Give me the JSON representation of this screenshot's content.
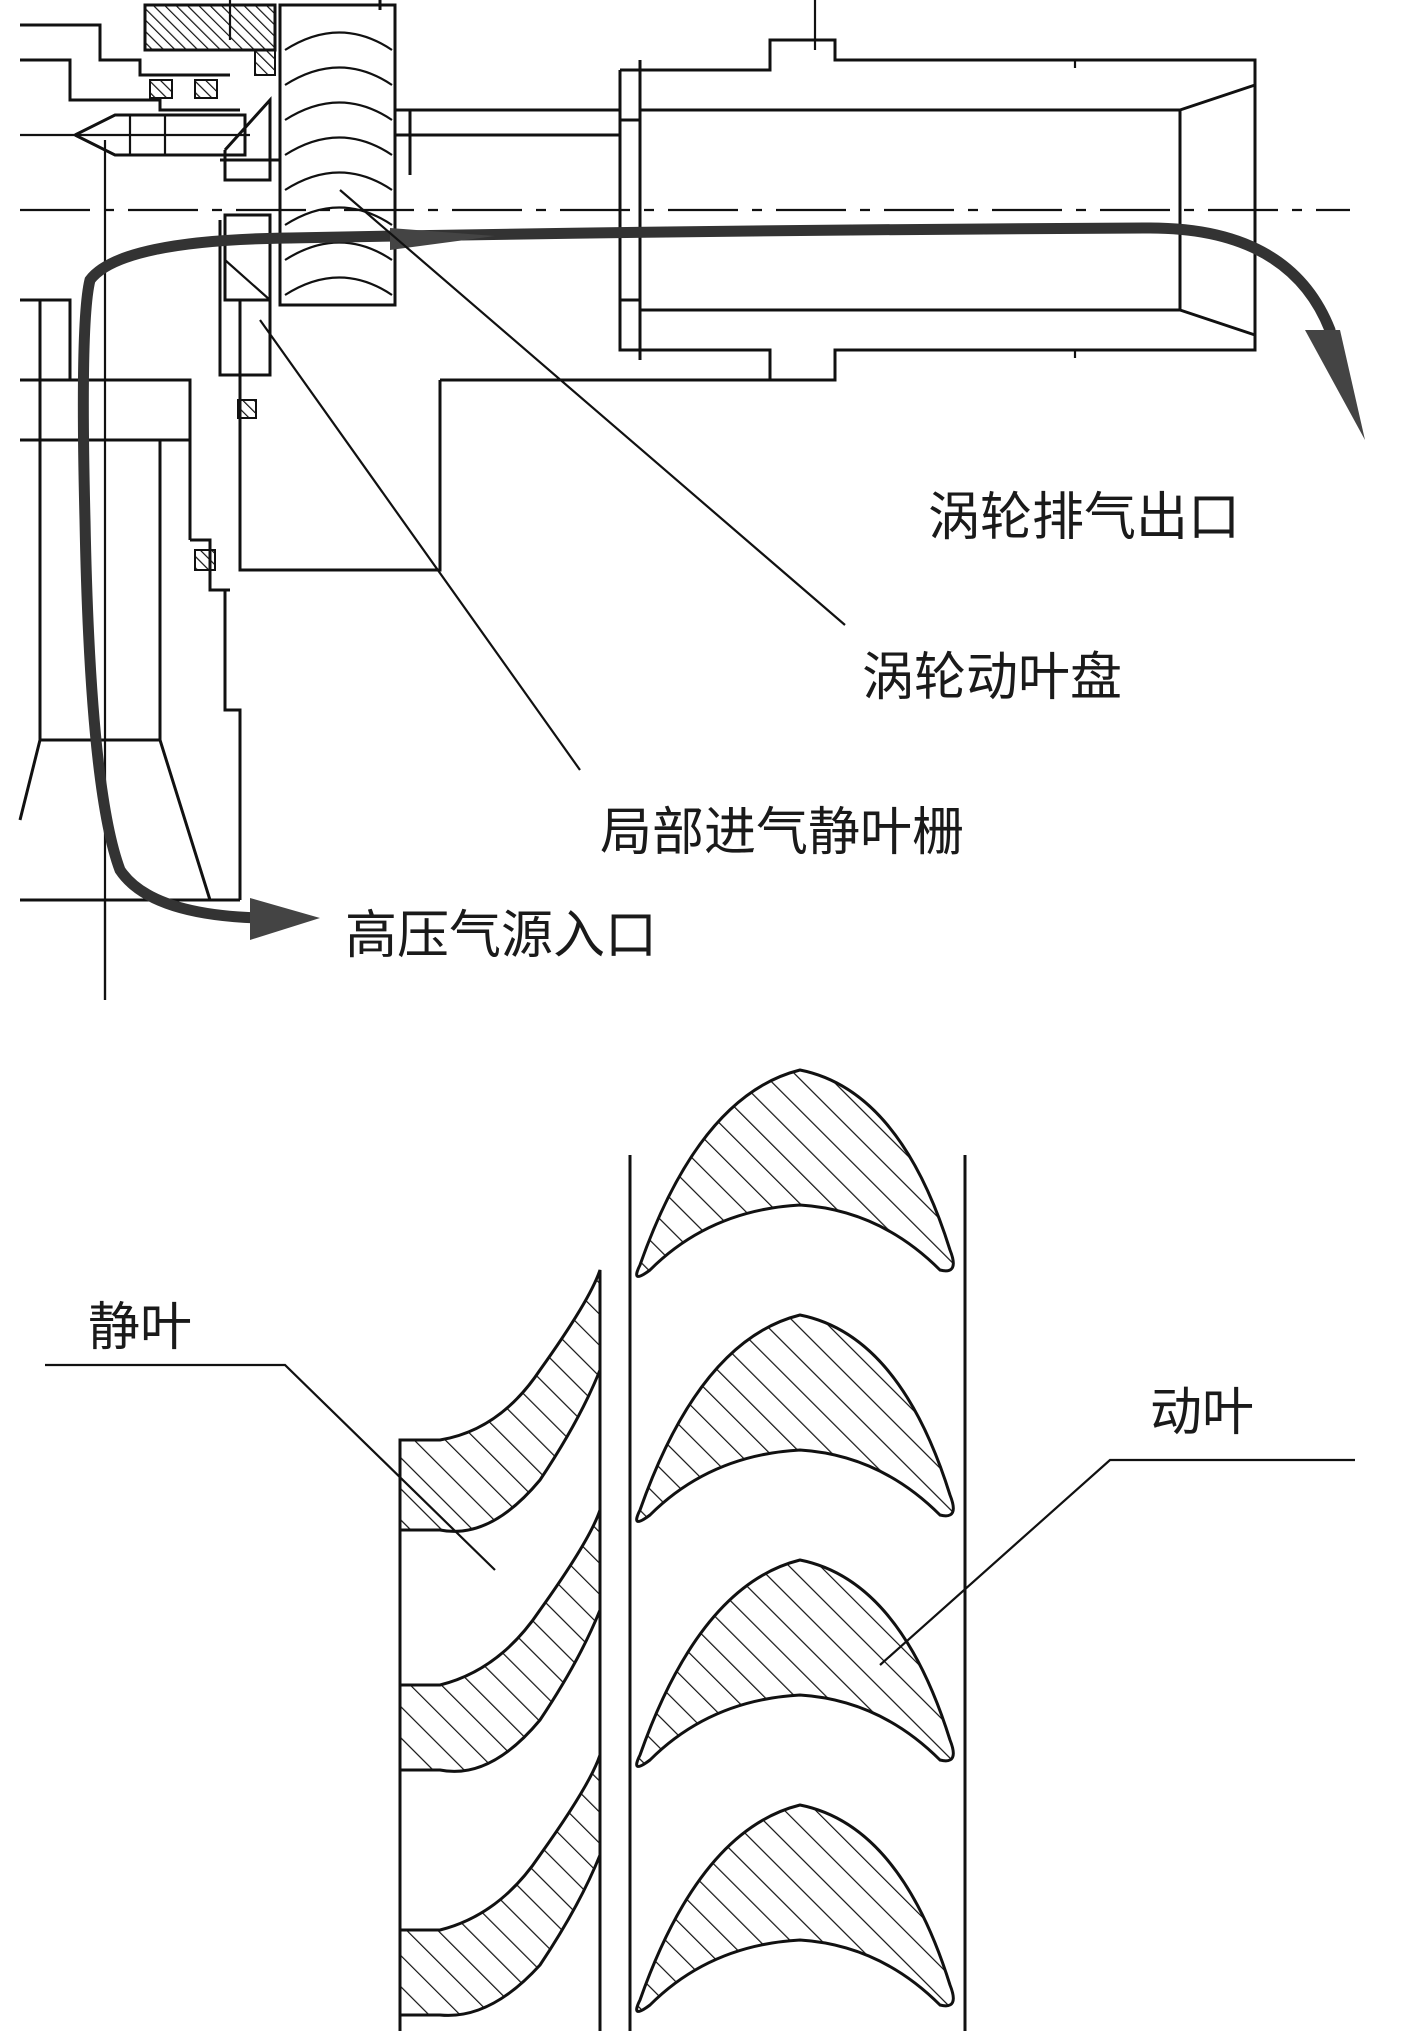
{
  "upper_diagram": {
    "labels": {
      "exhaust_outlet": "涡轮排气出口",
      "rotor_disk": "涡轮动叶盘",
      "partial_admission_stator_cascade": "局部进气静叶栅",
      "high_pressure_inlet": "高压气源入口"
    }
  },
  "lower_diagram": {
    "labels": {
      "stator_blade": "静叶",
      "rotor_blade": "动叶"
    }
  }
}
